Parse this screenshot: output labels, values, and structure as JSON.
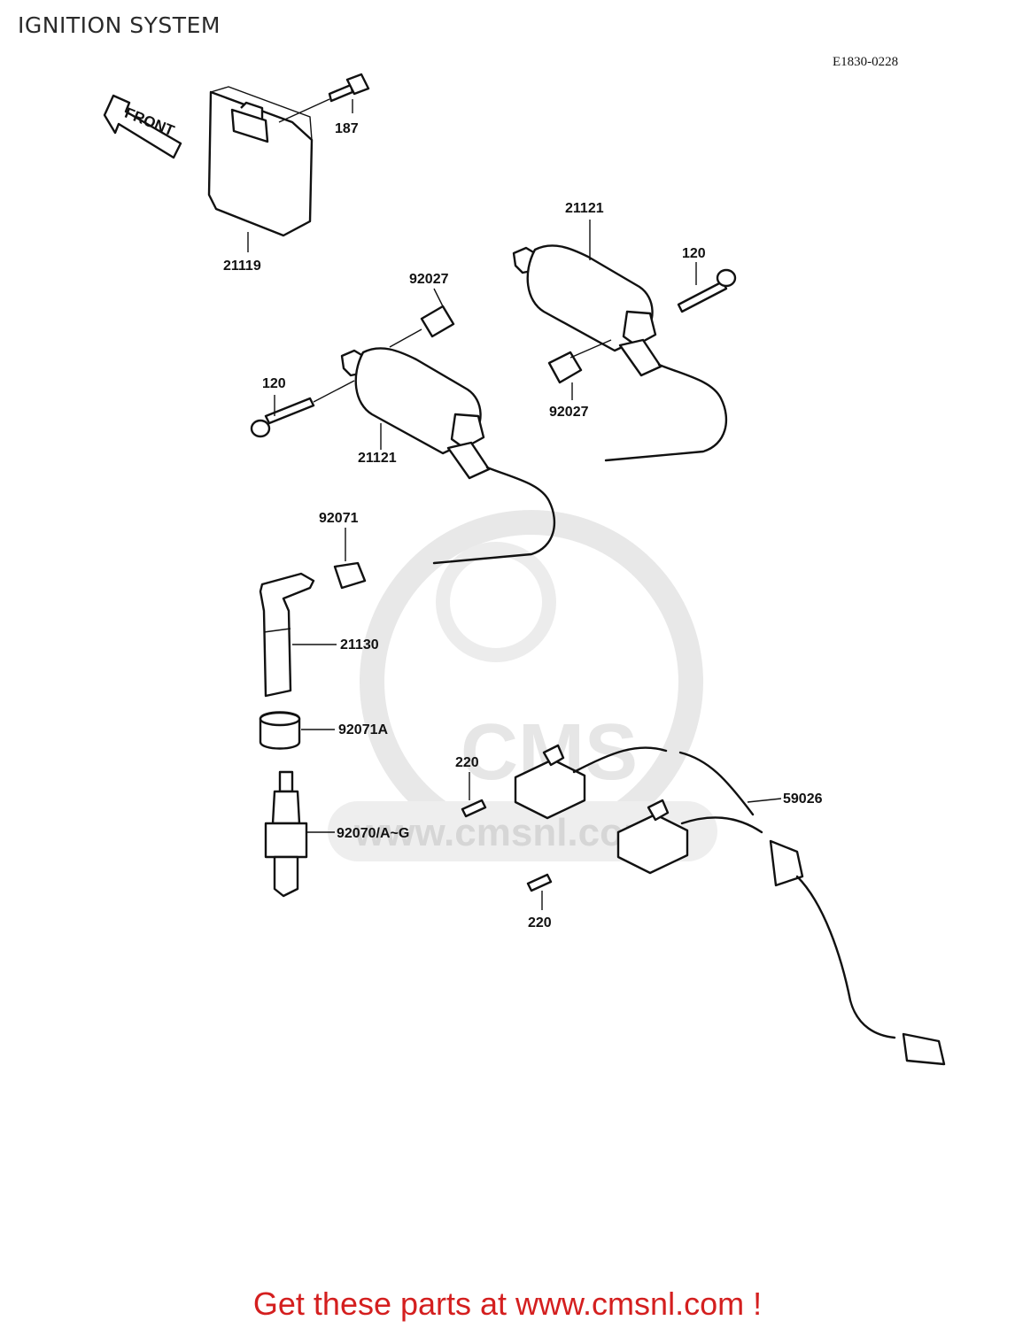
{
  "title": "IGNITION SYSTEM",
  "diagram_code": "E1830-0228",
  "front_arrow_label": "FRONT",
  "watermark": {
    "logo_text": "CMS",
    "url_text": "www.cmsnl.com"
  },
  "callouts": {
    "c187": "187",
    "c21119": "21119",
    "c21121_a": "21121",
    "c21121_b": "21121",
    "c120_a": "120",
    "c120_b": "120",
    "c92027_a": "92027",
    "c92027_b": "92027",
    "c92071": "92071",
    "c21130": "21130",
    "c92071A": "92071A",
    "c92070": "92070/A~G",
    "c220_a": "220",
    "c220_b": "220",
    "c59026": "59026"
  },
  "footer": "Get these parts at www.cmsnl.com !"
}
